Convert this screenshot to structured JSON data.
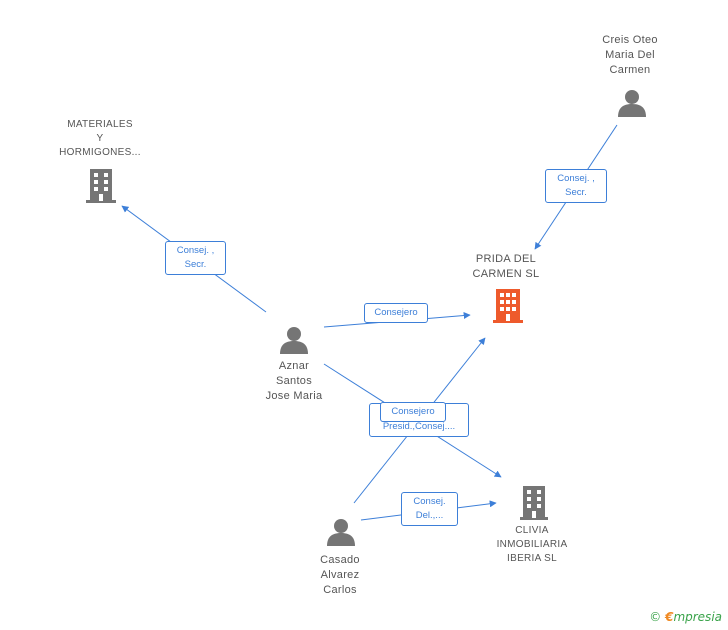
{
  "colors": {
    "edge": "#3d7fd8",
    "icon_gray": "#757575",
    "icon_focus": "#ee5a2c"
  },
  "nodes": {
    "materiales": {
      "label_lines": [
        "MATERIALES",
        "Y",
        "HORMIGONES..."
      ],
      "icon": "building-icon"
    },
    "prida": {
      "label_lines": [
        "PRIDA DEL",
        "CARMEN SL"
      ],
      "icon": "building-icon"
    },
    "clivia": {
      "label_lines": [
        "CLIVIA",
        "INMOBILIARIA",
        "IBERIA SL"
      ],
      "icon": "building-icon"
    },
    "creis": {
      "label_lines": [
        "Creis Oteo",
        "Maria Del",
        "Carmen"
      ],
      "icon": "person-icon"
    },
    "aznar": {
      "label_lines": [
        "Aznar",
        "Santos",
        "Jose Maria"
      ],
      "icon": "person-icon"
    },
    "casado": {
      "label_lines": [
        "Casado",
        "Alvarez",
        "Carlos"
      ],
      "icon": "person-icon"
    }
  },
  "edges": {
    "aznar_materiales": [
      "Consej. ,",
      "Secr."
    ],
    "creis_prida": [
      "Consej. ,",
      "Secr."
    ],
    "aznar_prida": [
      "Consejero"
    ],
    "casado_prida": [
      "Consejero"
    ],
    "aznar_clivia": [
      "Presid.,Consej...."
    ],
    "casado_clivia": [
      "Consej.",
      "Del.,..."
    ]
  },
  "brand": {
    "symbol": "©",
    "e": "€",
    "rest": "mpresia"
  }
}
